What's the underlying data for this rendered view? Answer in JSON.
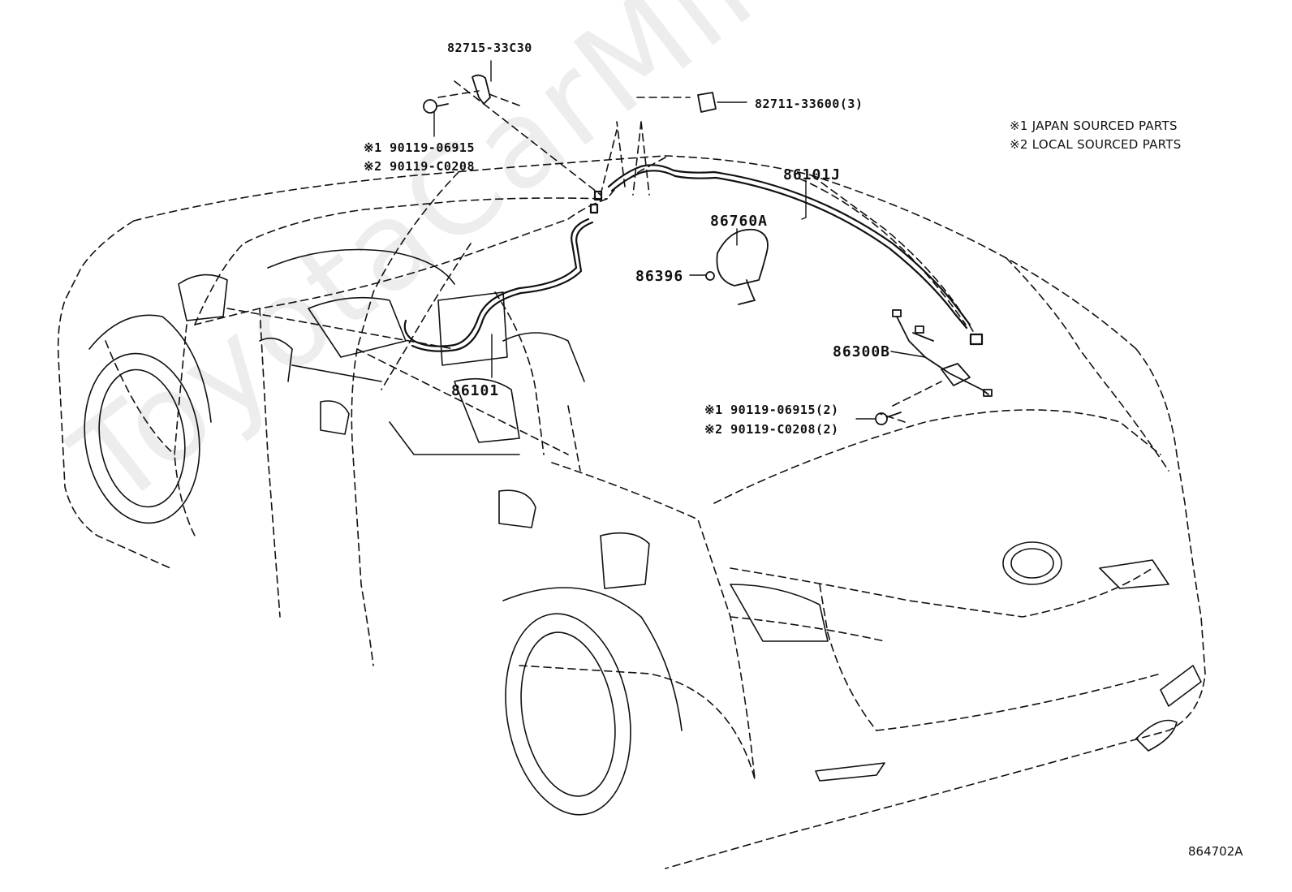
{
  "watermark": "ToyotaCarMine.ru",
  "notes": [
    "※1 JAPAN SOURCED PARTS",
    "※2 LOCAL SOURCED PARTS"
  ],
  "parts": {
    "clip_top": "82715-33C30",
    "clamp_roof": "82711-33600(3)",
    "bolt_front_1": "※1 90119-06915",
    "bolt_front_2": "※2 90119-C0208",
    "cord_roof": "86101J",
    "antenna": "86760A",
    "nut": "86396",
    "amplifier": "86300B",
    "cord_main": "86101",
    "bolt_rear_1": "※1 90119-06915(2)",
    "bolt_rear_2": "※2 90119-C0208(2)"
  },
  "illustration_number": "864702A",
  "colors": {
    "line": "#111111",
    "background": "#ffffff"
  }
}
